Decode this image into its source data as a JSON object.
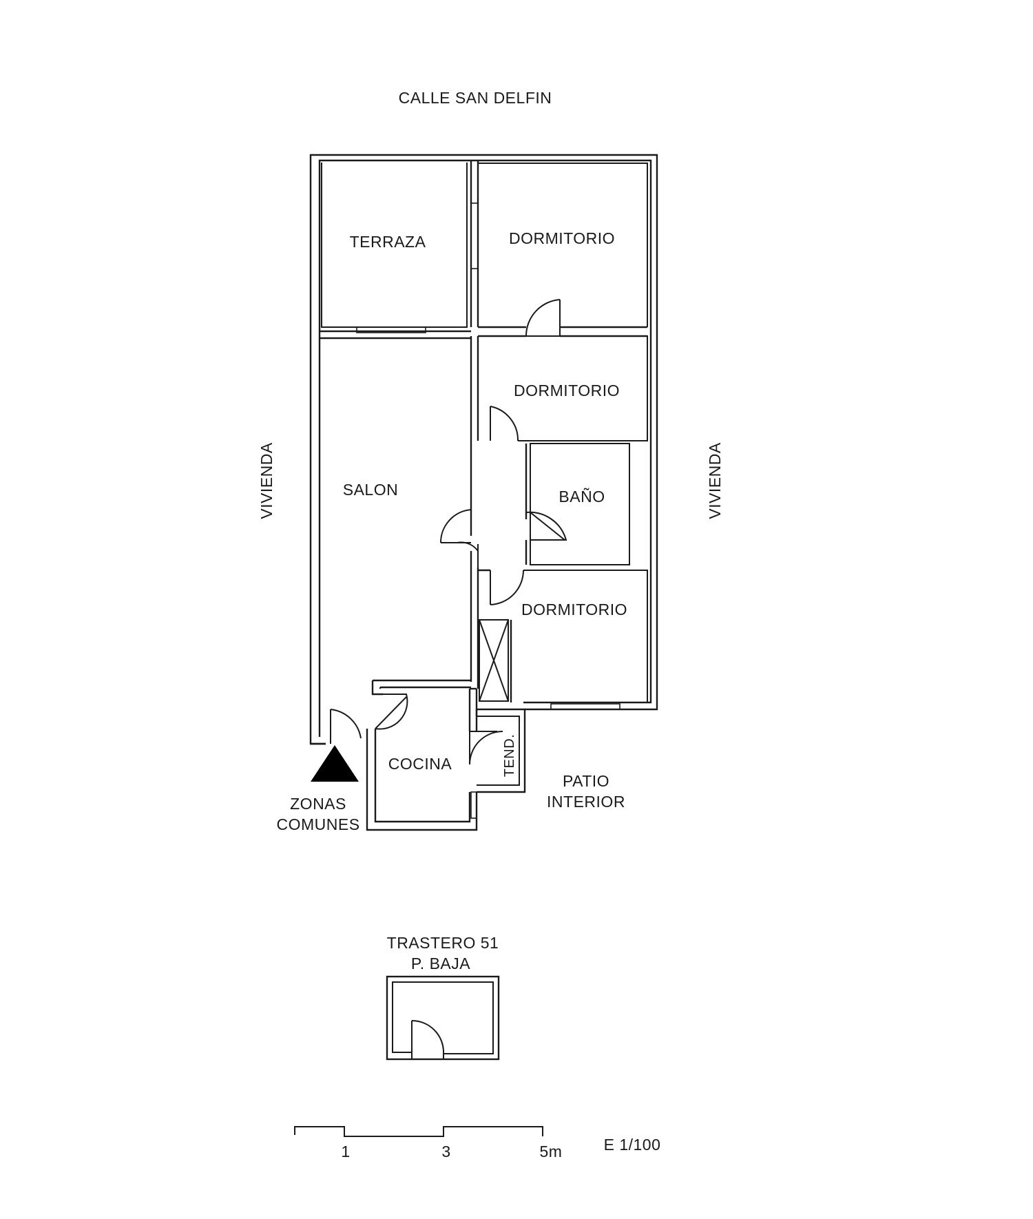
{
  "street": "CALLE SAN DELFIN",
  "neighbors": {
    "left": "VIVIENDA",
    "right": "VIVIENDA"
  },
  "rooms": {
    "terraza": "TERRAZA",
    "dormitorio_1": "DORMITORIO",
    "dormitorio_2": "DORMITORIO",
    "salon": "SALON",
    "bano": "BAÑO",
    "dormitorio_3": "DORMITORIO",
    "cocina": "COCINA",
    "tendedero": "TEND."
  },
  "entrance": {
    "line1": "ZONAS",
    "line2": "COMUNES"
  },
  "patio": {
    "line1": "PATIO",
    "line2": "INTERIOR"
  },
  "storage": {
    "title": "TRASTERO 51",
    "floor": "P. BAJA"
  },
  "scale_bar": {
    "tick_1": "1",
    "tick_3": "3",
    "tick_5": "5m",
    "scale": "E 1/100"
  }
}
